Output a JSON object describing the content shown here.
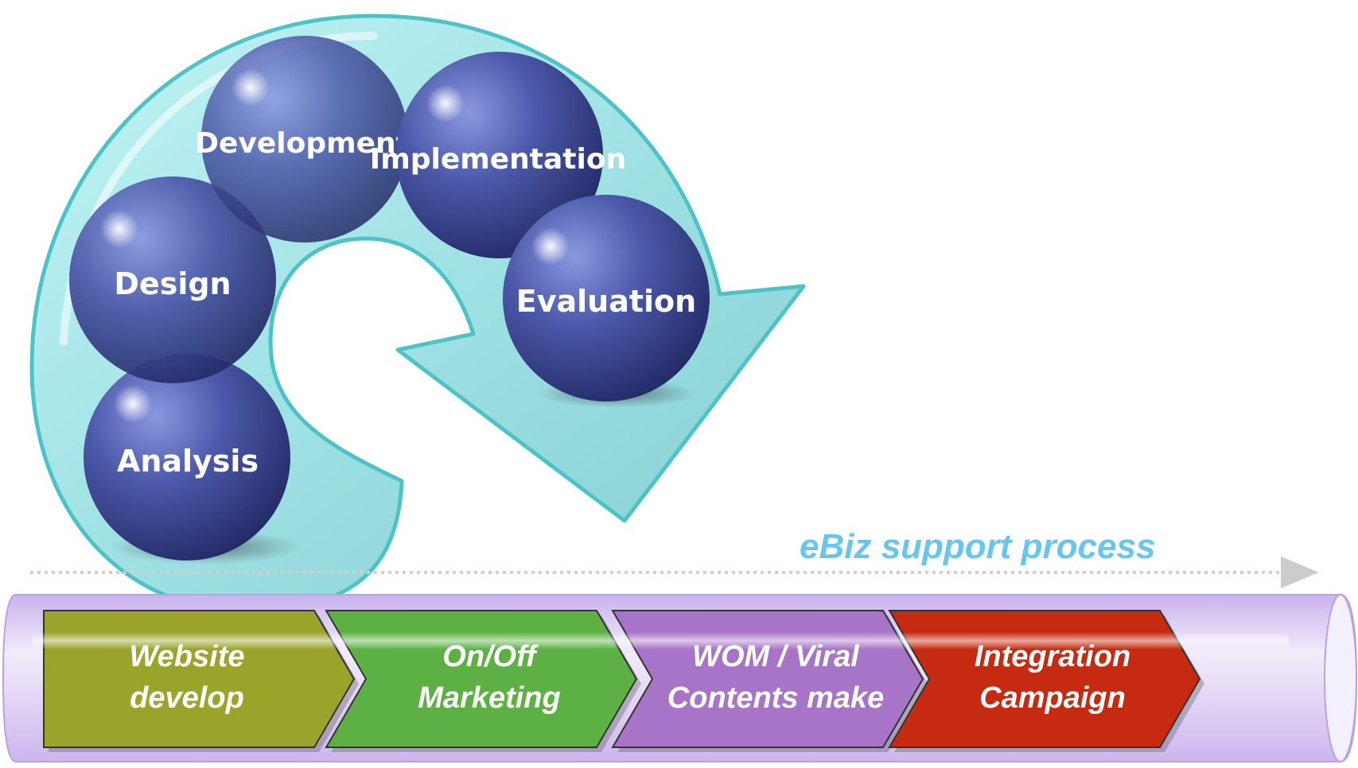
{
  "cycle": {
    "steps": [
      {
        "label": "Development"
      },
      {
        "label": "Implementation"
      },
      {
        "label": "Design"
      },
      {
        "label": "Evaluation"
      },
      {
        "label": "Analysis"
      }
    ]
  },
  "process": {
    "title": "eBiz support process",
    "stages": [
      {
        "line1": "Website",
        "line2": "develop",
        "color": "#9aa32a"
      },
      {
        "line1": "On/Off",
        "line2": "Marketing",
        "color": "#5cb044"
      },
      {
        "line1": "WOM / Viral",
        "line2": "Contents make",
        "color": "#a774c8"
      },
      {
        "line1": "Integration",
        "line2": "Campaign",
        "color": "#c62a10"
      }
    ]
  },
  "colors": {
    "arrow": "#8fe0e2",
    "sphere": "#3c4a92",
    "pipe": "#d8c8f0",
    "title": "#66c6f0"
  }
}
